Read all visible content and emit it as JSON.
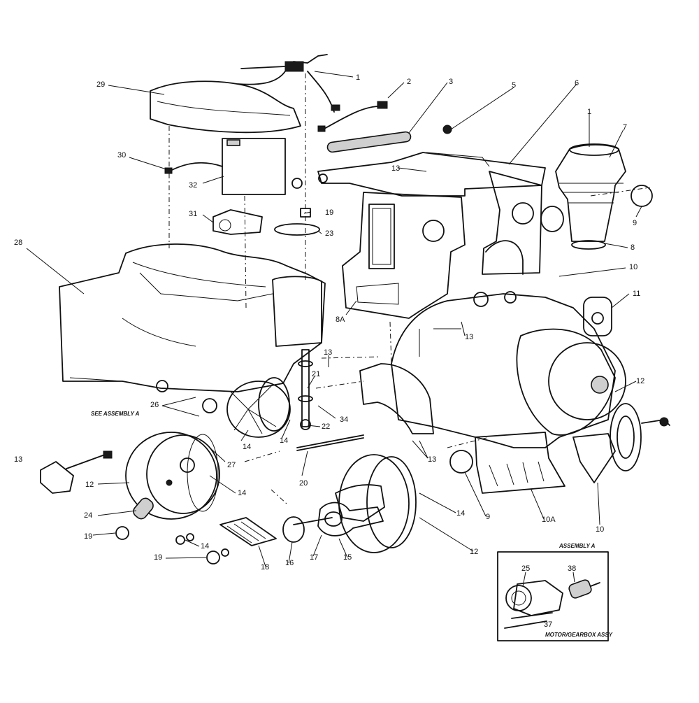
{
  "callouts": [
    {
      "id": "c1",
      "text": "1"
    },
    {
      "id": "c2",
      "text": "2"
    },
    {
      "id": "c3",
      "text": "3"
    },
    {
      "id": "c5",
      "text": "5"
    },
    {
      "id": "c6",
      "text": "6"
    },
    {
      "id": "c1b",
      "text": "1"
    },
    {
      "id": "c7",
      "text": "7"
    },
    {
      "id": "c29",
      "text": "29"
    },
    {
      "id": "c13a",
      "text": "13"
    },
    {
      "id": "c30",
      "text": "30"
    },
    {
      "id": "c32",
      "text": "32"
    },
    {
      "id": "c9a",
      "text": "9"
    },
    {
      "id": "c19a",
      "text": "19"
    },
    {
      "id": "c31",
      "text": "31"
    },
    {
      "id": "c23",
      "text": "23"
    },
    {
      "id": "c8",
      "text": "8"
    },
    {
      "id": "c28",
      "text": "28"
    },
    {
      "id": "c10a",
      "text": "10"
    },
    {
      "id": "c11",
      "text": "11"
    },
    {
      "id": "c8a",
      "text": "8A"
    },
    {
      "id": "c13b",
      "text": "13"
    },
    {
      "id": "c13c",
      "text": "13"
    },
    {
      "id": "c21",
      "text": "21"
    },
    {
      "id": "c12a",
      "text": "12"
    },
    {
      "id": "c26",
      "text": "26"
    },
    {
      "id": "c34",
      "text": "34"
    },
    {
      "id": "c14a",
      "text": "14"
    },
    {
      "id": "c22",
      "text": "22"
    },
    {
      "id": "c14b",
      "text": "14"
    },
    {
      "id": "c13d",
      "text": "13"
    },
    {
      "id": "c27",
      "text": "27"
    },
    {
      "id": "c13e",
      "text": "13"
    },
    {
      "id": "c12b",
      "text": "12"
    },
    {
      "id": "c14c",
      "text": "14"
    },
    {
      "id": "c20",
      "text": "20"
    },
    {
      "id": "c9b",
      "text": "9"
    },
    {
      "id": "c24",
      "text": "24"
    },
    {
      "id": "c14d",
      "text": "14"
    },
    {
      "id": "c10b",
      "text": "10A"
    },
    {
      "id": "c10c",
      "text": "10"
    },
    {
      "id": "c19b",
      "text": "19"
    },
    {
      "id": "c19c",
      "text": "19"
    },
    {
      "id": "c14e",
      "text": "14"
    },
    {
      "id": "c12c",
      "text": "12"
    },
    {
      "id": "c18",
      "text": "18"
    },
    {
      "id": "c16",
      "text": "16"
    },
    {
      "id": "c17",
      "text": "17"
    },
    {
      "id": "c15",
      "text": "15"
    },
    {
      "id": "c25",
      "text": "25"
    },
    {
      "id": "c38",
      "text": "38"
    },
    {
      "id": "c37",
      "text": "37"
    }
  ],
  "captions": {
    "see_assembly": "SEE ASSEMBLY A",
    "assembly_title": "ASSEMBLY A",
    "assembly_subtitle": "MOTOR/GEARBOX ASSY"
  }
}
